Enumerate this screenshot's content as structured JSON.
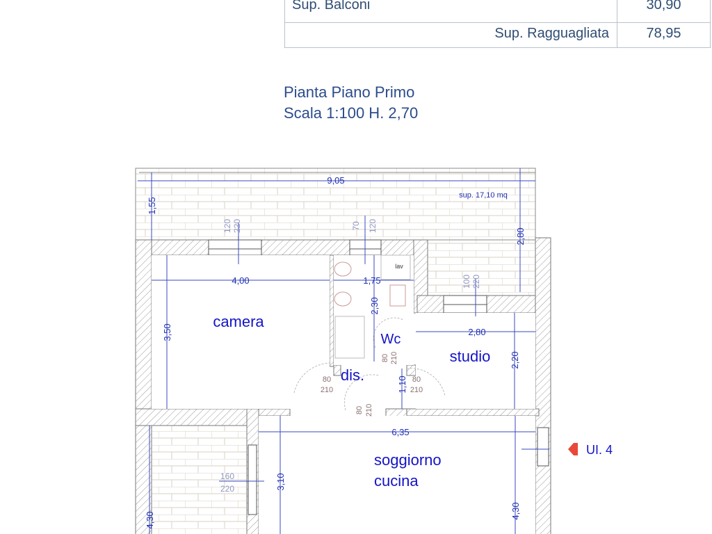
{
  "summary_table": {
    "rows": [
      {
        "label": "Sup. Balconi",
        "value": "30,90"
      },
      {
        "label": "Sup. Ragguagliata",
        "value": "78,95"
      }
    ]
  },
  "plan_title": {
    "line1": "Pianta Piano Primo",
    "line2": "Scala 1:100 H. 2,70"
  },
  "rooms": {
    "camera": "camera",
    "dis": "dis.",
    "wc": "Wc",
    "studio": "studio",
    "soggiorno": "soggiorno",
    "cucina": "cucina",
    "lav": "lav"
  },
  "balcony_area": "sup. 17,10 mq",
  "unit_marker": {
    "label": "UI. 4",
    "color": "#e8493a"
  },
  "dimensions": {
    "balcony_width": "9,05",
    "balcony_depth": "1,55",
    "balcony_right_depth": "2,80",
    "camera_width": "4,00",
    "camera_depth": "3,50",
    "wc_width": "1,75",
    "wc_depth": "2,30",
    "studio_width": "2,80",
    "studio_depth": "2,20",
    "dis_depth": "1,10",
    "soggiorno_width": "6,35",
    "soggiorno_depth_left": "3,10",
    "soggiorno_depth_right": "4,30",
    "lower_balcony_depth": "4,30"
  },
  "openings": {
    "camera_window": [
      "120",
      "220"
    ],
    "wc_window": [
      "70",
      "120"
    ],
    "studio_window": [
      "100",
      "220"
    ],
    "camera_door": [
      "80",
      "210"
    ],
    "wc_door": [
      "80",
      "210"
    ],
    "studio_door": [
      "80",
      "210"
    ],
    "entry_door": [
      "80",
      "210"
    ],
    "soggiorno_window": [
      "160",
      "220"
    ]
  },
  "colors": {
    "wall_hatch": "#9a9a9a",
    "dimension": "#1f2fb0",
    "room_label": "#1414c8",
    "brick": "#d9d2c4"
  }
}
